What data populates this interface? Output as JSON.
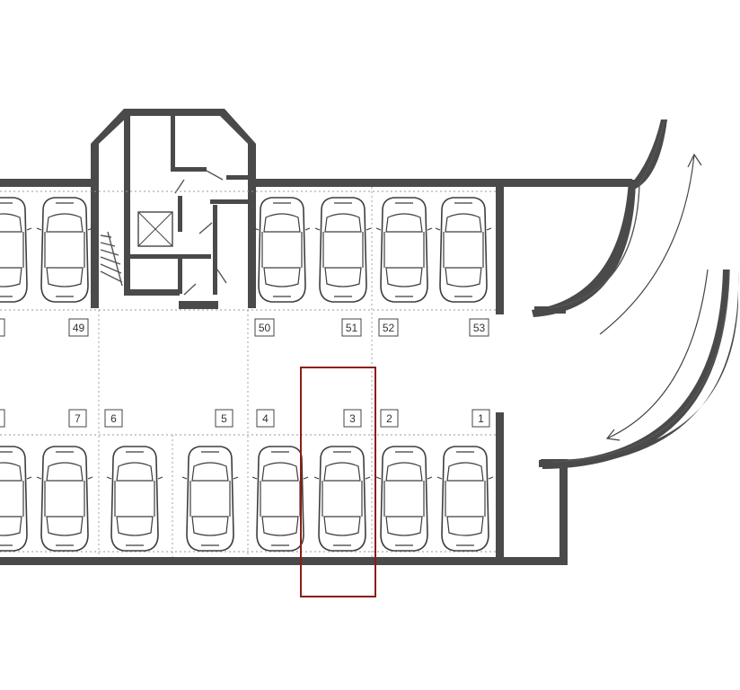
{
  "plan": {
    "top_row_numbers": [
      "49",
      "50",
      "51",
      "52",
      "53"
    ],
    "bottom_row_numbers": [
      "7",
      "6",
      "5",
      "4",
      "3",
      "2",
      "1"
    ],
    "highlighted_space": "3",
    "colors": {
      "walls": "#4a4a4a",
      "highlight": "#8b1d14",
      "background": "#ffffff"
    },
    "icons": [
      "car-icon",
      "elevator-icon",
      "staircase-icon",
      "ramp-arrow-icon"
    ]
  }
}
